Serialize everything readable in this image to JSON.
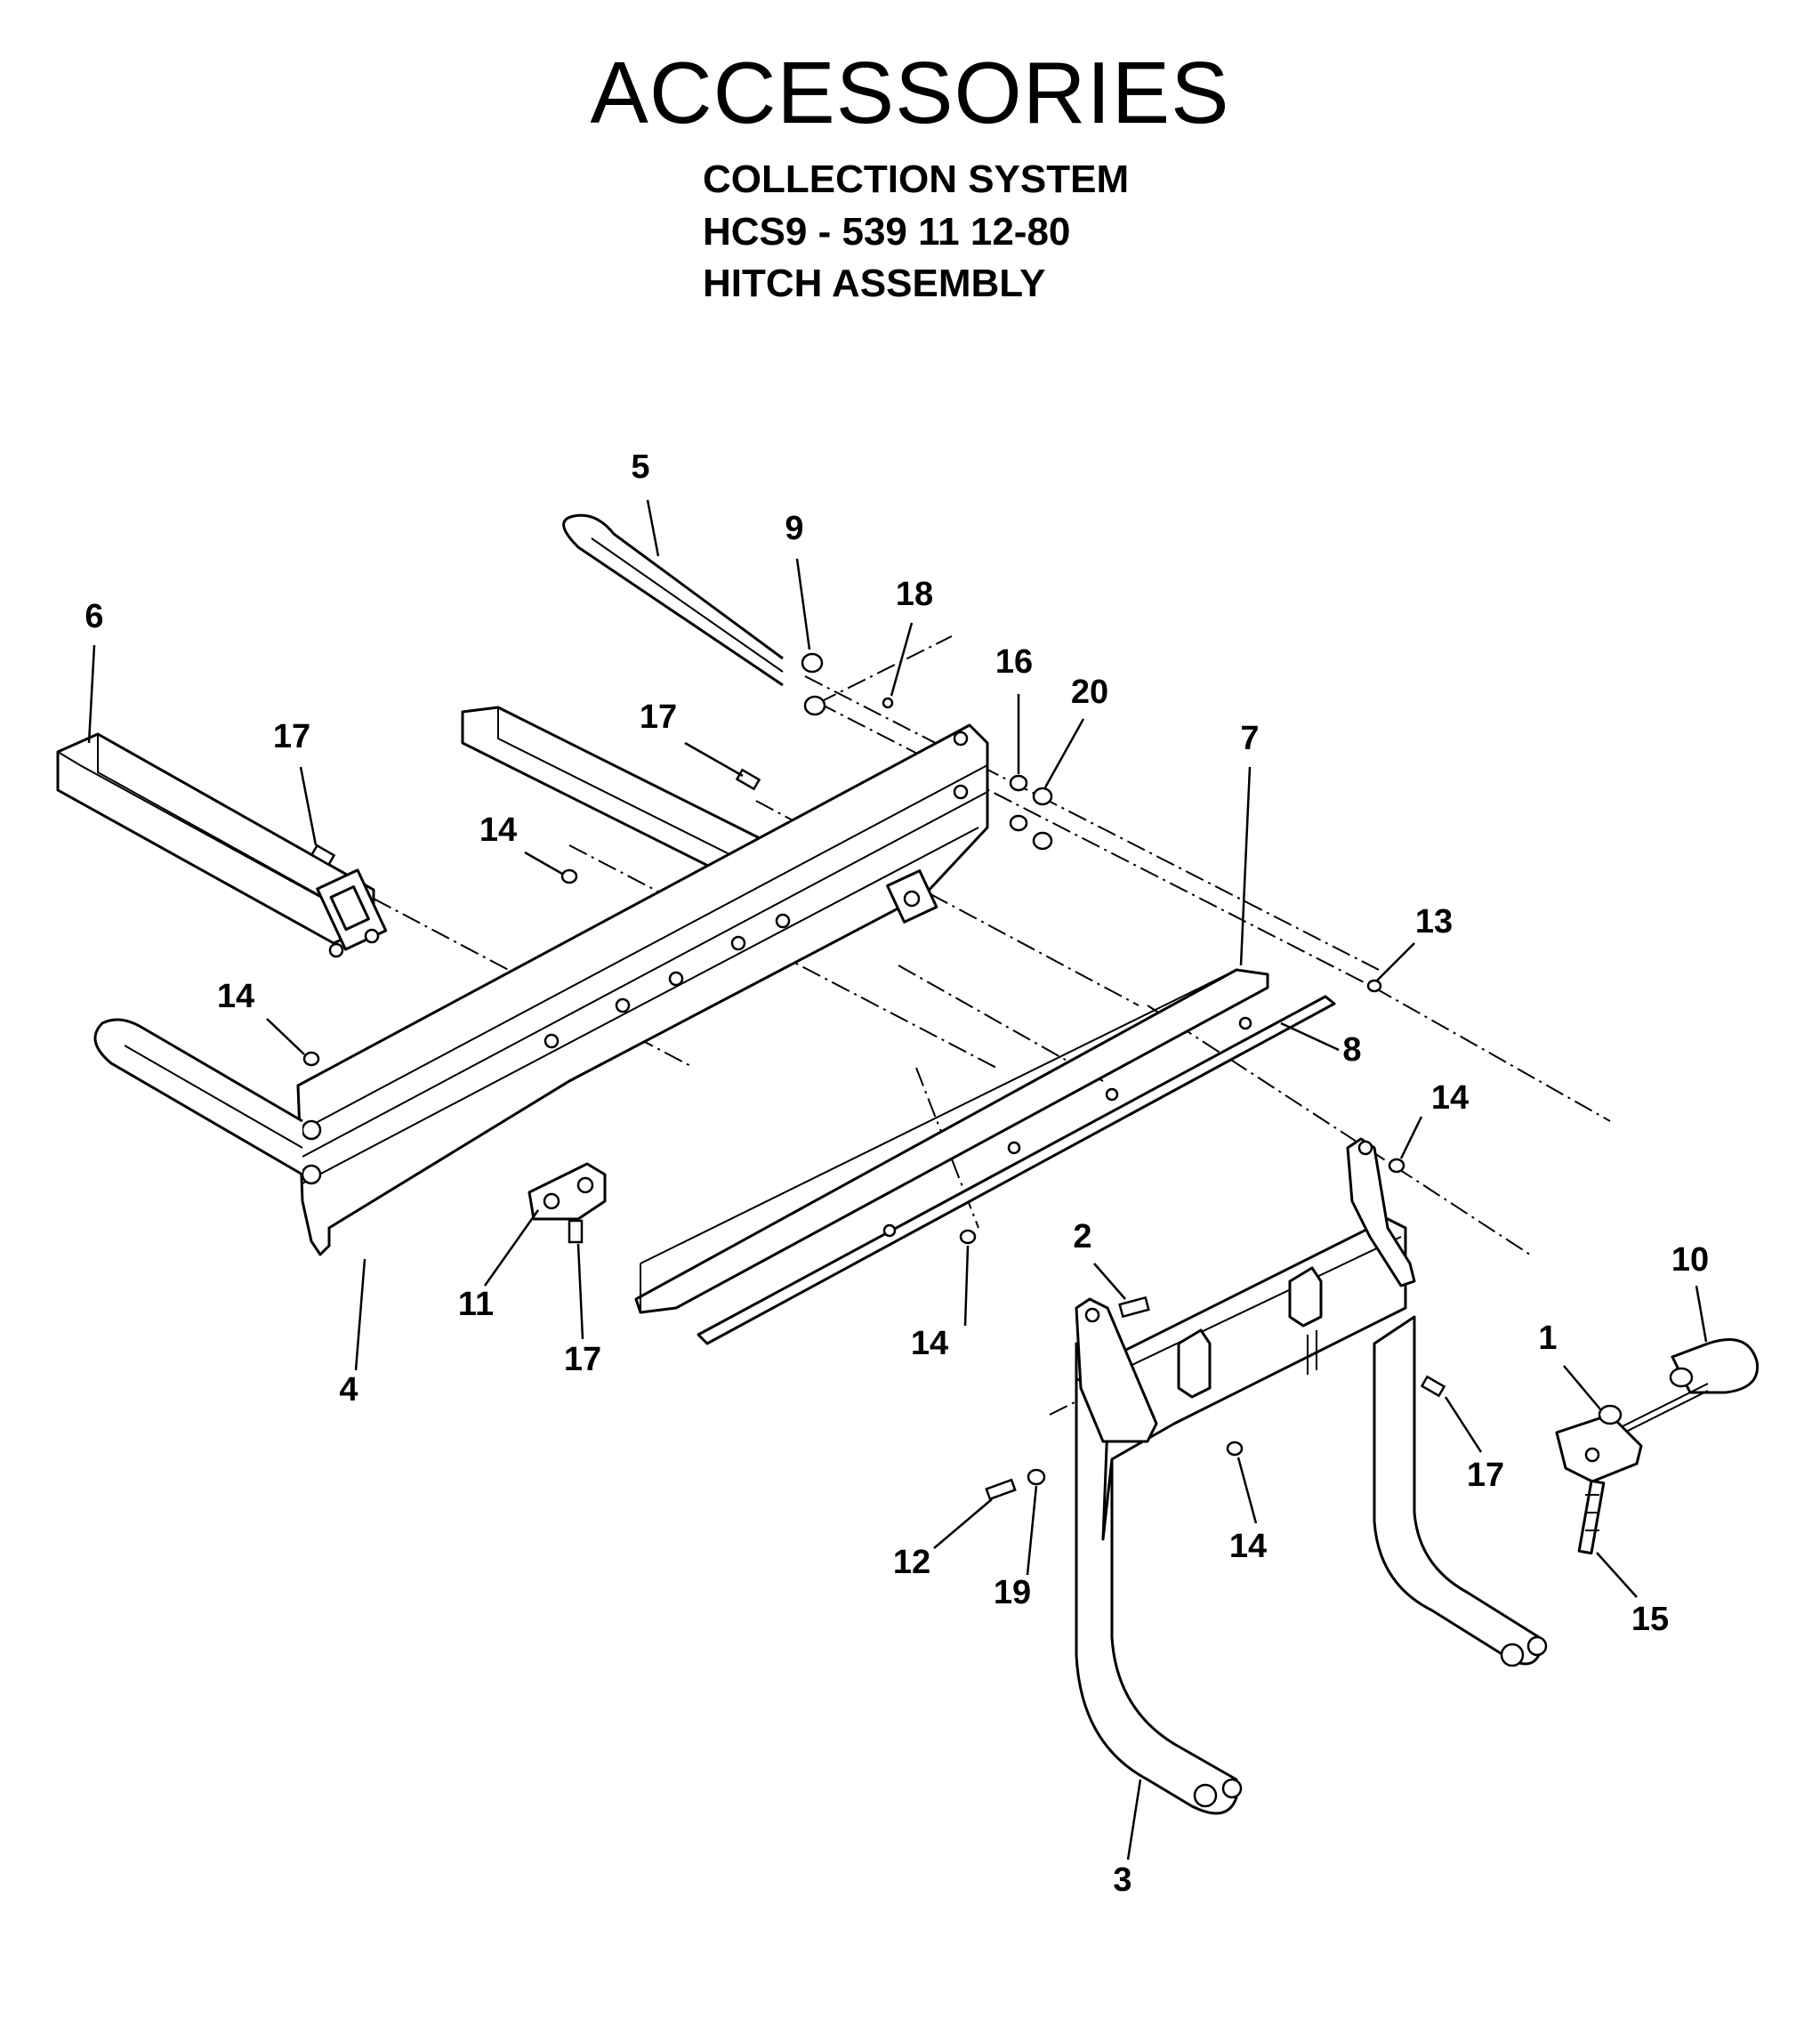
{
  "header": {
    "title": "ACCESSORIES",
    "subtitle_1": "COLLECTION SYSTEM",
    "subtitle_2": "HCS9 - 539 11 12-80",
    "subtitle_3": "HITCH ASSEMBLY"
  },
  "callouts": [
    "5",
    "9",
    "18",
    "6",
    "17",
    "16",
    "20",
    "17",
    "7",
    "14",
    "13",
    "14",
    "8",
    "14",
    "2",
    "10",
    "11",
    "17",
    "1",
    "4",
    "14",
    "17",
    "12",
    "14",
    "19",
    "15",
    "3"
  ]
}
